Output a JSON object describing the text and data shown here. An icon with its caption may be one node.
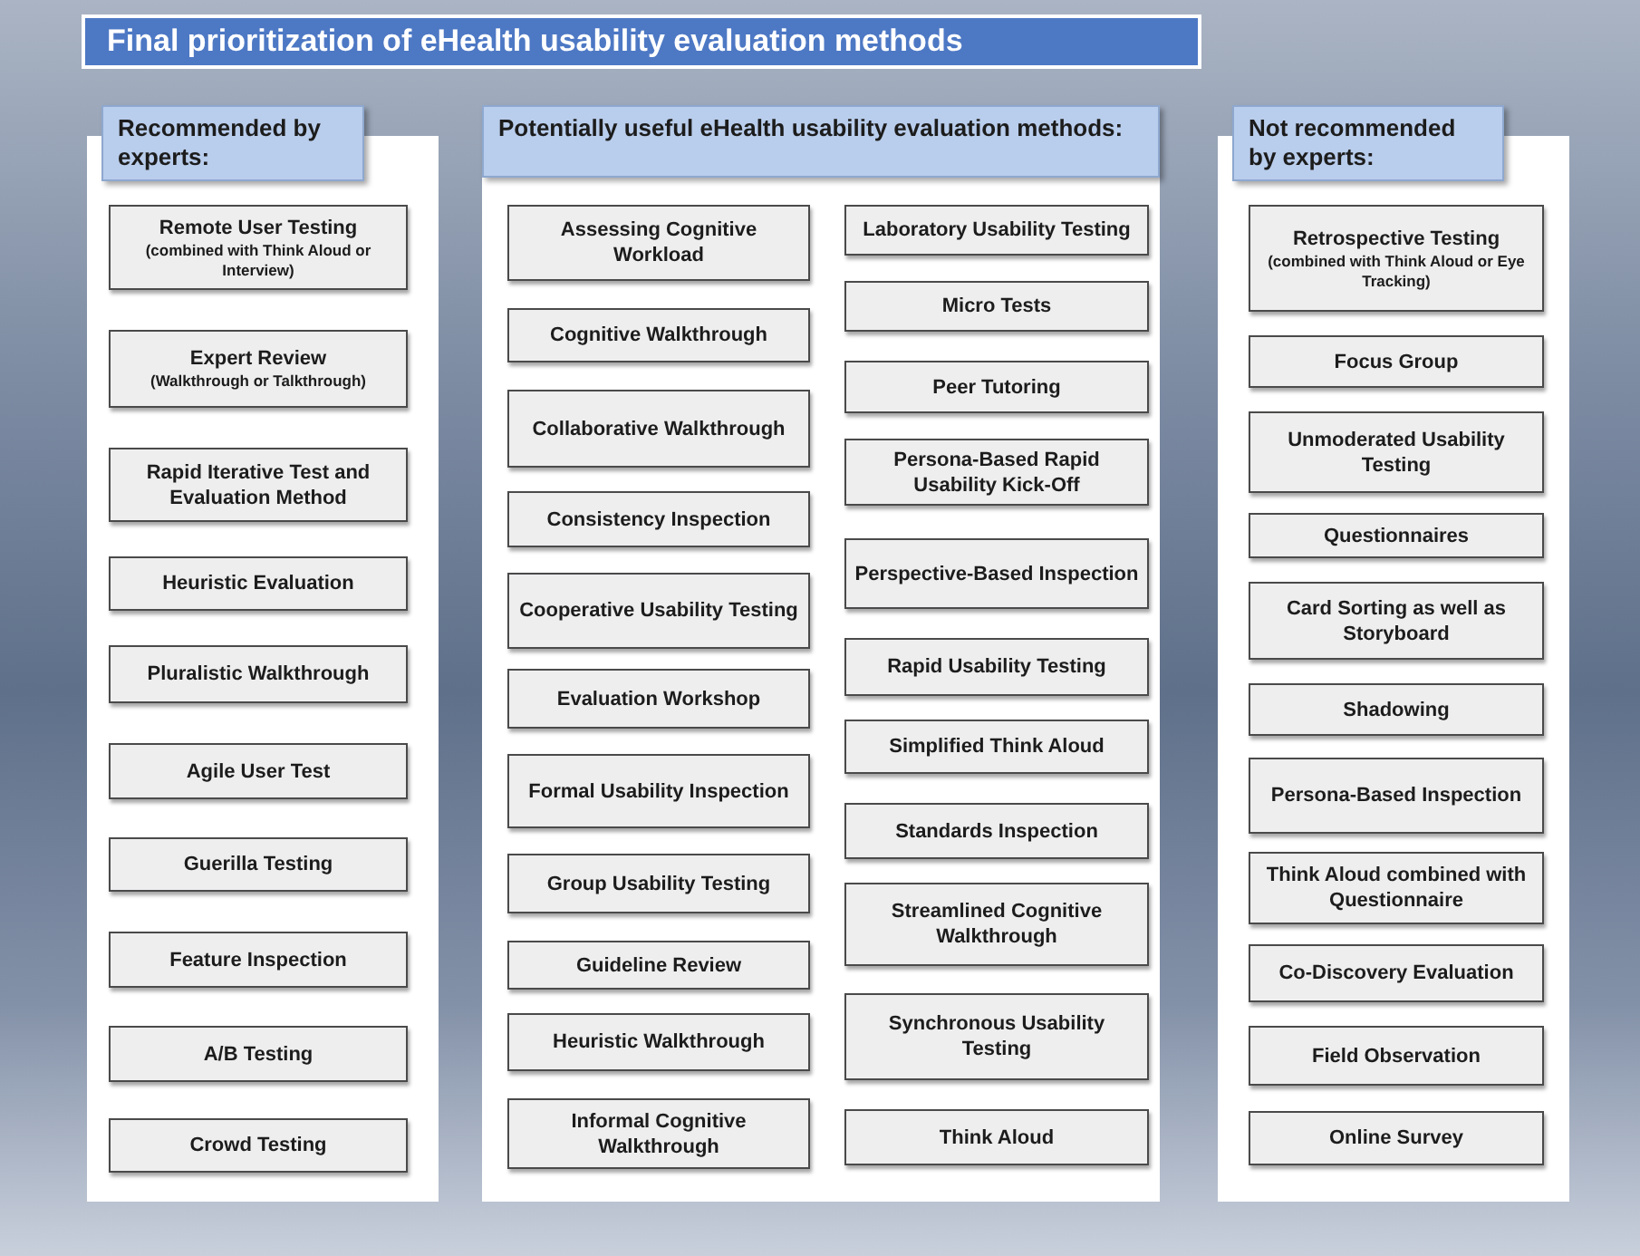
{
  "diagram": {
    "title": "Final prioritization of eHealth usability evaluation methods",
    "nodes": [
      {
        "text": [
          "Recommended by experts:"
        ]
      },
      {
        "text": [
          "Remote User Testing",
          "(combined with Think Aloud or Interview)"
        ],
        "in": 0
      },
      {
        "text": [
          "Expert Review",
          "(Walkthrough or Talkthrough)"
        ],
        "in": 0
      },
      {
        "text": [
          "Rapid Iterative Test and Evaluation Method"
        ],
        "in": 0
      },
      {
        "text": [
          "Heuristic Evaluation"
        ],
        "in": 0
      },
      {
        "text": [
          "Pluralistic Walkthrough"
        ],
        "in": 0
      },
      {
        "text": [
          "Agile User Test"
        ],
        "in": 0
      },
      {
        "text": [
          "Guerilla Testing"
        ],
        "in": 0
      },
      {
        "text": [
          "Feature Inspection"
        ],
        "in": 0
      },
      {
        "text": [
          "A/B Testing"
        ],
        "in": 0
      },
      {
        "text": [
          "Crowd Testing"
        ],
        "in": 0
      },
      {
        "text": [
          "Potentially useful eHealth usability evaluation methods:"
        ]
      },
      {
        "text": [
          "Assessing Cognitive Workload"
        ],
        "in": 11
      },
      {
        "text": [
          "Cognitive Walkthrough"
        ],
        "in": 11
      },
      {
        "text": [
          "Collaborative Walkthrough"
        ],
        "in": 11
      },
      {
        "text": [
          "Consistency Inspection"
        ],
        "in": 11
      },
      {
        "text": [
          "Cooperative Usability Testing"
        ],
        "in": 11
      },
      {
        "text": [
          "Evaluation Workshop"
        ],
        "in": 11
      },
      {
        "text": [
          "Formal Usability Inspection"
        ],
        "in": 11
      },
      {
        "text": [
          "Group Usability Testing"
        ],
        "in": 11
      },
      {
        "text": [
          "Guideline Review"
        ],
        "in": 11
      },
      {
        "text": [
          "Heuristic Walkthrough"
        ],
        "in": 11
      },
      {
        "text": [
          "Informal Cognitive Walkthrough"
        ],
        "in": 11
      },
      {
        "text": [
          "Laboratory Usability Testing"
        ],
        "in": 11
      },
      {
        "text": [
          "Micro Tests"
        ],
        "in": 11
      },
      {
        "text": [
          "Peer Tutoring"
        ],
        "in": 11
      },
      {
        "text": [
          "Persona-Based Rapid Usability Kick-Off"
        ],
        "in": 11
      },
      {
        "text": [
          "Perspective-Based Inspection"
        ],
        "in": 11
      },
      {
        "text": [
          "Rapid Usability Testing"
        ],
        "in": 11
      },
      {
        "text": [
          "Simplified Think Aloud"
        ],
        "in": 11
      },
      {
        "text": [
          "Standards Inspection"
        ],
        "in": 11
      },
      {
        "text": [
          "Streamlined Cognitive Walkthrough"
        ],
        "in": 11
      },
      {
        "text": [
          "Synchronous Usability Testing"
        ],
        "in": 11
      },
      {
        "text": [
          "Think Aloud"
        ],
        "in": 11
      },
      {
        "text": [
          "Not recommended by experts:"
        ]
      },
      {
        "text": [
          "Retrospective Testing",
          "(combined with Think Aloud or Eye Tracking)"
        ],
        "in": 34
      },
      {
        "text": [
          "Focus Group"
        ],
        "in": 34
      },
      {
        "text": [
          "Unmoderated Usability Testing"
        ],
        "in": 34
      },
      {
        "text": [
          "Questionnaires"
        ],
        "in": 34
      },
      {
        "text": [
          "Card Sorting as well as Storyboard"
        ],
        "in": 34
      },
      {
        "text": [
          "Shadowing"
        ],
        "in": 34
      },
      {
        "text": [
          "Persona-Based Inspection"
        ],
        "in": 34
      },
      {
        "text": [
          "Think Aloud combined with Questionnaire"
        ],
        "in": 34
      },
      {
        "text": [
          "Co-Discovery Evaluation"
        ],
        "in": 34
      },
      {
        "text": [
          "Field Observation"
        ],
        "in": 34
      },
      {
        "text": [
          "Online Survey"
        ],
        "in": 34
      }
    ]
  }
}
